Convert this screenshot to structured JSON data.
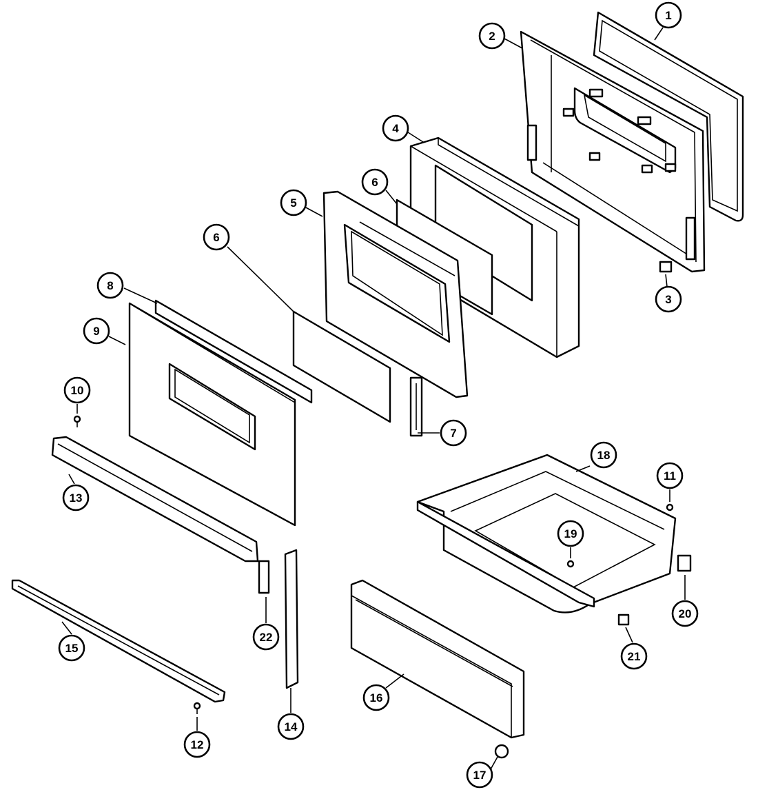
{
  "diagram": {
    "callouts": [
      {
        "id": "c1",
        "label": "1"
      },
      {
        "id": "c2",
        "label": "2"
      },
      {
        "id": "c3",
        "label": "3"
      },
      {
        "id": "c4",
        "label": "4"
      },
      {
        "id": "c5",
        "label": "5"
      },
      {
        "id": "c6a",
        "label": "6"
      },
      {
        "id": "c6b",
        "label": "6"
      },
      {
        "id": "c7",
        "label": "7"
      },
      {
        "id": "c8",
        "label": "8"
      },
      {
        "id": "c9",
        "label": "9"
      },
      {
        "id": "c10",
        "label": "10"
      },
      {
        "id": "c11",
        "label": "11"
      },
      {
        "id": "c12",
        "label": "12"
      },
      {
        "id": "c13",
        "label": "13"
      },
      {
        "id": "c14",
        "label": "14"
      },
      {
        "id": "c15",
        "label": "15"
      },
      {
        "id": "c16",
        "label": "16"
      },
      {
        "id": "c17",
        "label": "17"
      },
      {
        "id": "c18",
        "label": "18"
      },
      {
        "id": "c19",
        "label": "19"
      },
      {
        "id": "c20",
        "label": "20"
      },
      {
        "id": "c21",
        "label": "21"
      },
      {
        "id": "c22",
        "label": "22"
      }
    ]
  }
}
